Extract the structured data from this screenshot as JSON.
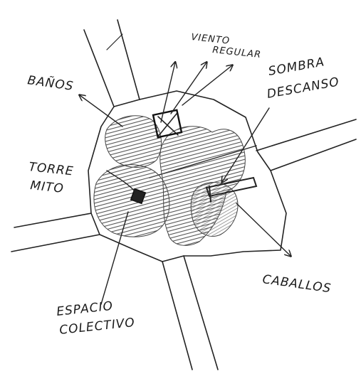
{
  "labels": {
    "banos": "BAÑOS",
    "viento_line1": "VIENTO",
    "viento_line2": "REGULAR",
    "sombra_line1": "SOMBRA",
    "sombra_line2": "DESCANSO",
    "torre_line1": "TORRE",
    "torre_line2": "MITO",
    "espacio_line1": "ESPACIO",
    "espacio_line2": "COLECTIVO",
    "caballos": "CABALLOS"
  },
  "colors": {
    "ink": "#222222",
    "hatch": "#555555",
    "paper": "#ffffff"
  }
}
